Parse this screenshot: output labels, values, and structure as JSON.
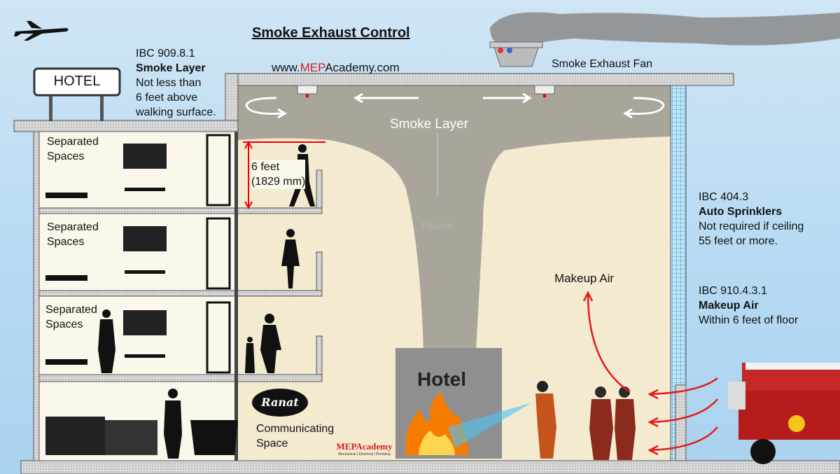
{
  "title": "Smoke Exhaust Control",
  "website": {
    "prefix": "www.",
    "brand": "MEP",
    "suffix": "Academy.com"
  },
  "hotel_sign": "HOTEL",
  "fan_label": "Smoke Exhaust Fan",
  "smoke_layer_label": "Smoke Layer",
  "plume_label": "Plume",
  "makeup_air_label": "Makeup Air",
  "height_label": {
    "line1": "6 feet",
    "line2": "(1829 mm)"
  },
  "rooms": [
    {
      "label1": "Separated",
      "label2": "Spaces"
    },
    {
      "label1": "Separated",
      "label2": "Spaces"
    },
    {
      "label1": "Separated",
      "label2": "Spaces"
    }
  ],
  "communicating_space": {
    "line1": "Communicating",
    "line2": "Space"
  },
  "restaurant_logo": "Ranat",
  "lobby_sign": "Hotel",
  "mep_logo": {
    "brand": "MEPAcademy",
    "tagline": "Mechanical | Electrical | Plumbing"
  },
  "notes": {
    "smoke_layer": {
      "code": "IBC 909.8.1",
      "heading": "Smoke Layer",
      "line1": "Not less than",
      "line2": "6 feet above",
      "line3": "walking surface."
    },
    "sprinklers": {
      "code": "IBC 404.3",
      "heading": "Auto Sprinklers",
      "line1": "Not required if ceiling",
      "line2": "55 feet or more."
    },
    "makeup_air": {
      "code": "IBC 910.4.3.1",
      "heading": "Makeup Air",
      "line1": "Within 6 feet of floor"
    }
  },
  "colors": {
    "sky": "#b9dbf3",
    "interior": "#f3ead0",
    "smoke": "#a9a59b",
    "slab": "#d6d6d6",
    "arrow_red": "#e41b17",
    "brand_red": "#d3201f"
  }
}
